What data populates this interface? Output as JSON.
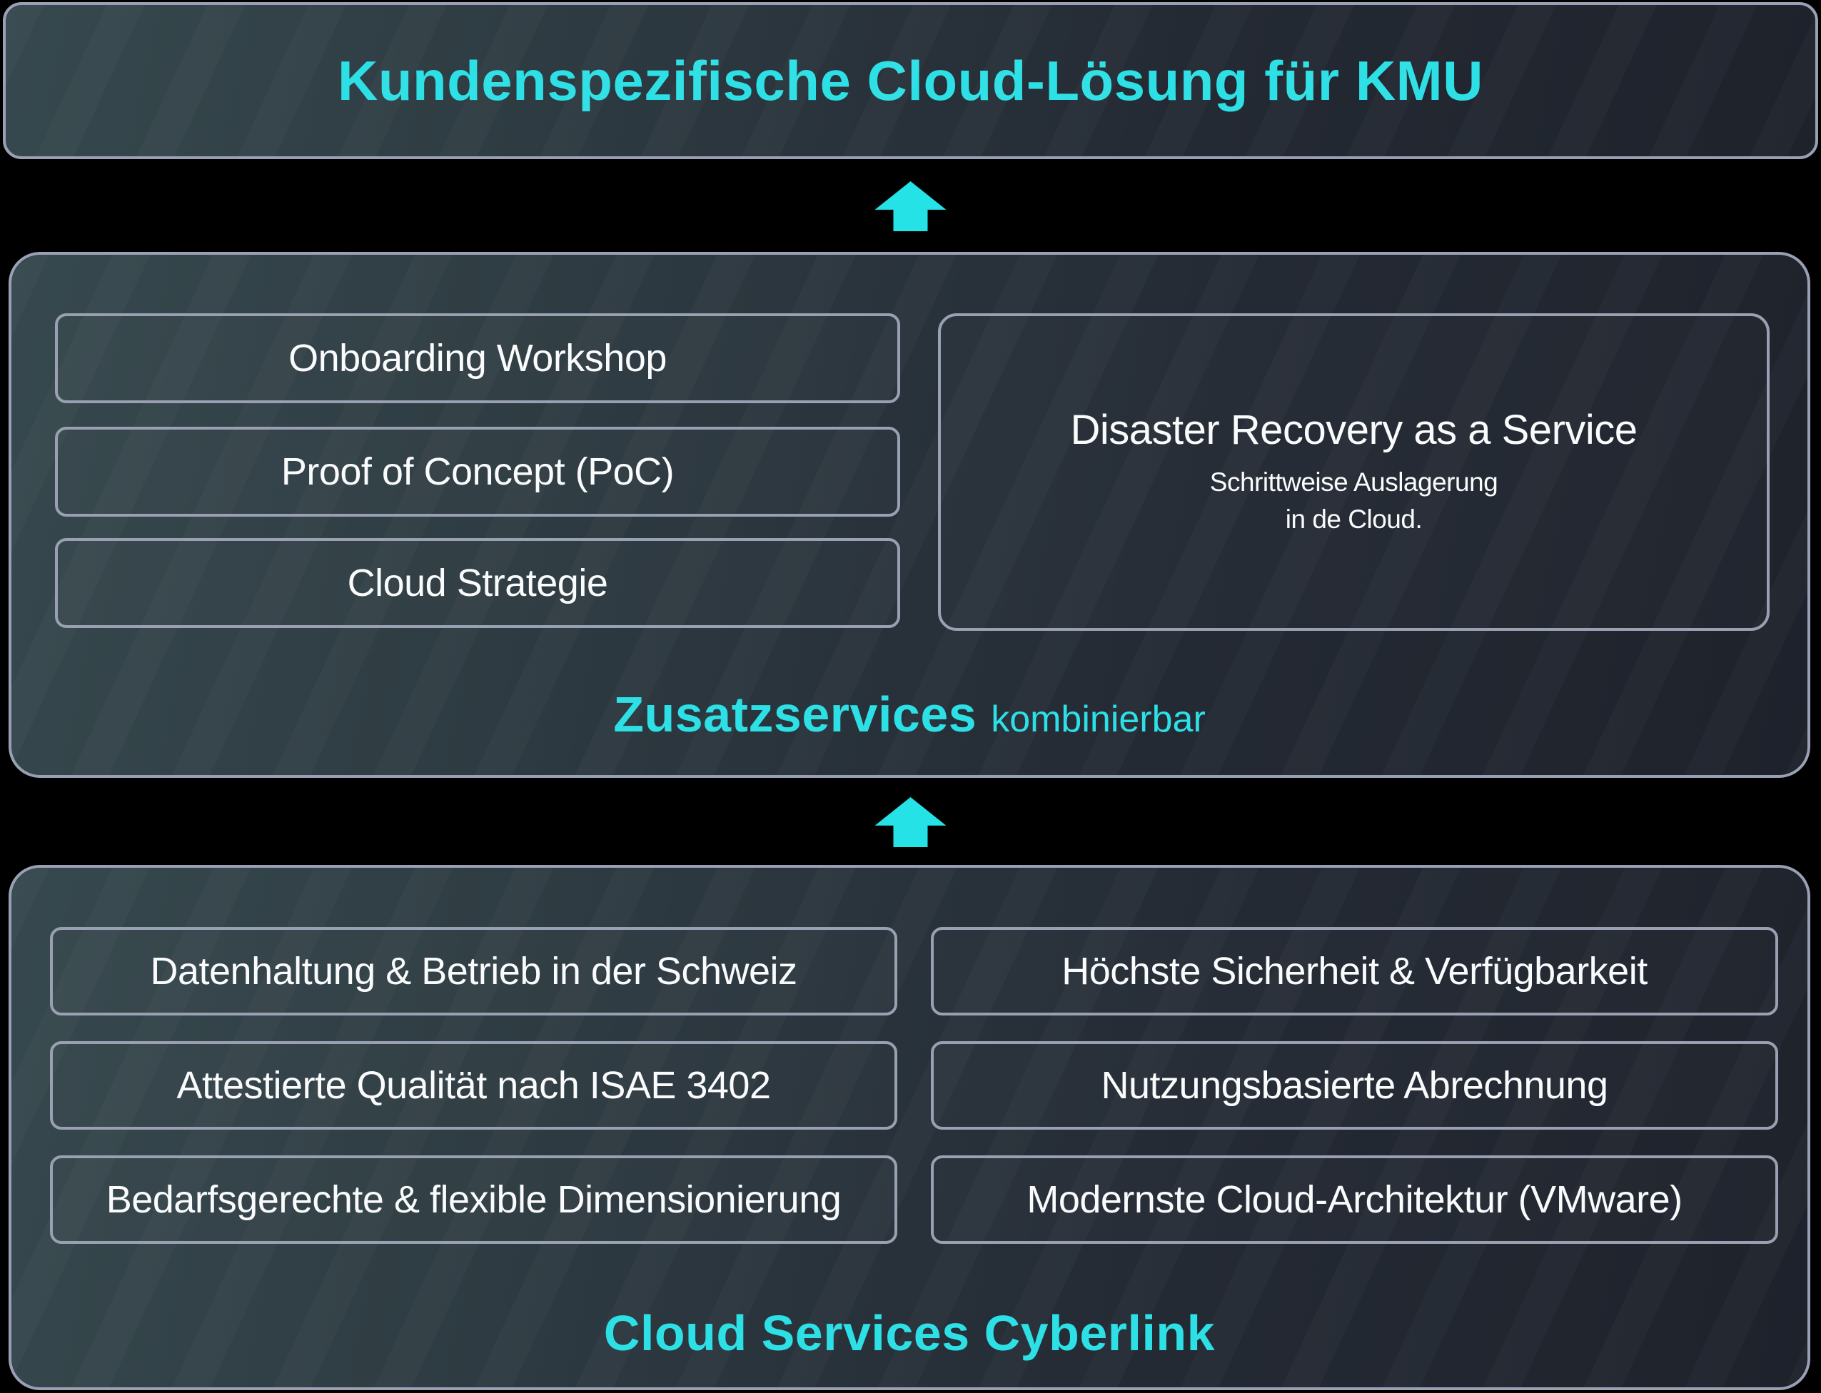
{
  "colors": {
    "accent_cyan": "#2de0e5",
    "arrow_cyan": "#25e2e6",
    "border_gray": "#9aa0b4",
    "panel_teal": "#36494e",
    "panel_navy": "#1e222b",
    "text_white": "#fafbfc",
    "background": "#000000"
  },
  "icons": {
    "up_arrow": "up-arrow"
  },
  "banner": {
    "title": "Kundenspezifische Cloud-Lösung für KMU"
  },
  "middle": {
    "services": [
      "Onboarding Workshop",
      "Proof of Concept (PoC)",
      "Cloud Strategie"
    ],
    "feature": {
      "title": "Disaster Recovery as a Service",
      "line1": "Schrittweise Auslagerung",
      "line2": "in de Cloud."
    },
    "caption_bold": "Zusatzservices",
    "caption_regular": "kombinierbar"
  },
  "bottom": {
    "left": [
      "Datenhaltung & Betrieb in der Schweiz",
      "Attestierte Qualität nach ISAE 3402",
      "Bedarfsgerechte & flexible Dimensionierung"
    ],
    "right": [
      "Höchste Sicherheit & Verfügbarkeit",
      "Nutzungsbasierte Abrechnung",
      "Modernste Cloud-Architektur (VMware)"
    ],
    "caption": "Cloud Services Cyberlink"
  }
}
